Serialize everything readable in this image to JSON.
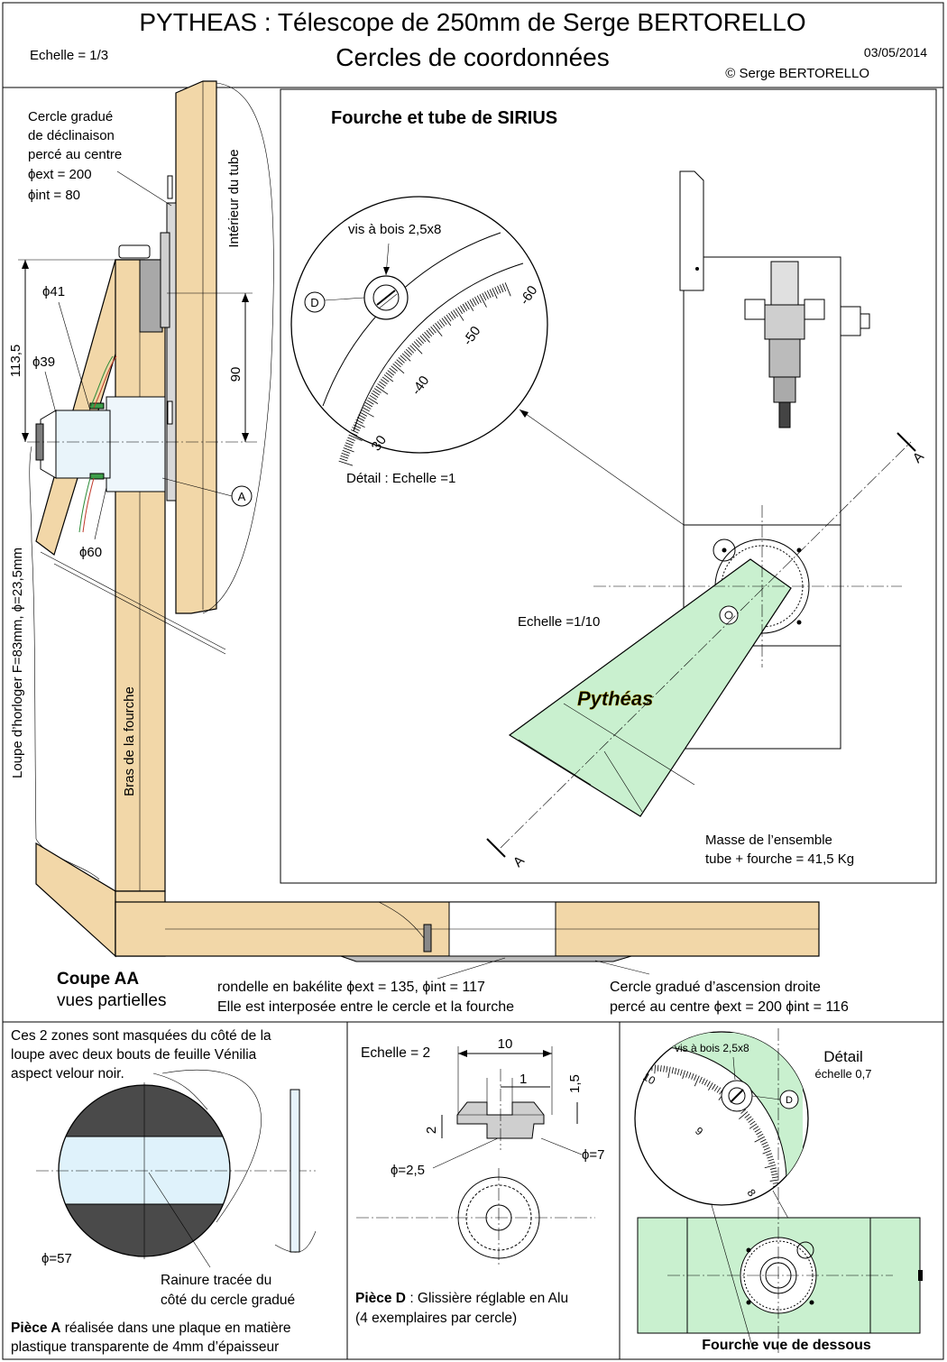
{
  "header": {
    "title": "PYTHEAS : Télescope de 250mm de Serge BERTORELLO",
    "subtitle": "Cercles de coordonnées",
    "scale": "Echelle = 1/3",
    "date": "03/05/2014",
    "copyright": "© Serge BERTORELLO"
  },
  "left_view": {
    "dec_circle_lines": [
      "Cercle gradué",
      "de déclinaison",
      "percé au centre",
      "ϕext = 200",
      "ϕint = 80"
    ],
    "tube_interior": "Intérieur du tube",
    "dim_113": "113,5",
    "dim_phi41": "ϕ41",
    "dim_phi39": "ϕ39",
    "dim_90": "90",
    "dim_phi60": "ϕ60",
    "marker_a": "A",
    "loupe": "Loupe d’horloger F=83mm, ϕ=23,5mm",
    "fork_arm": "Bras de la fourche"
  },
  "sirius": {
    "title": "Fourche et tube de SIRIUS",
    "screw_label": "vis à bois 2,5x8",
    "marker_d": "D",
    "ticks": [
      "-60",
      "-50",
      "-40",
      "30"
    ],
    "detail_scale": "Détail : Echelle =1",
    "scale_10": "Echelle =1/10",
    "brand": "Pythéas",
    "mass_lines": [
      "Masse de l’ensemble",
      "tube + fourche = 41,5 Kg"
    ],
    "section_a": "A"
  },
  "cut": {
    "title": "Coupe AA",
    "subtitle": "vues partielles",
    "washer_lines": [
      "rondelle en bakélite ϕext = 135, ϕint = 117",
      "Elle est interposée entre le cercle et la fourche"
    ],
    "ra_lines": [
      "Cercle gradué d’ascension droite",
      "percé au centre ϕext = 200 ϕint = 116"
    ]
  },
  "piece_a": {
    "note_lines": [
      "Ces 2 zones sont masquées du côté de la",
      "loupe avec deux bouts de feuille Vénilia",
      "aspect velour noir."
    ],
    "diameter": "ϕ=57",
    "groove_lines": [
      "Rainure tracée du",
      "côté du cercle gradué"
    ],
    "caption_bold": "Pièce A",
    "caption_rest": " réalisée dans une plaque en matière",
    "caption_line2": "plastique transparente de 4mm d’épaisseur"
  },
  "piece_d": {
    "scale": "Echelle = 2",
    "dim_10": "10",
    "dim_1": "1",
    "dim_15": "1,5",
    "dim_2": "2",
    "dim_phi25": "ϕ=2,5",
    "dim_phi7": "ϕ=7",
    "caption_bold": "Pièce D",
    "caption_rest": " : Glissière réglable en Alu",
    "caption_line2": "(4 exemplaires par cercle)"
  },
  "fork_bottom": {
    "screw_label": "vis à bois 2,5x8",
    "detail": "Détail",
    "detail_scale": "échelle 0,7",
    "marker_d": "D",
    "ticks": [
      "10",
      "9",
      "8"
    ],
    "caption": "Fourche vue de dessous"
  },
  "colors": {
    "wood": "#f2d7a8",
    "green": "#c9f0cf",
    "yellow_brand": "#ffe600"
  }
}
